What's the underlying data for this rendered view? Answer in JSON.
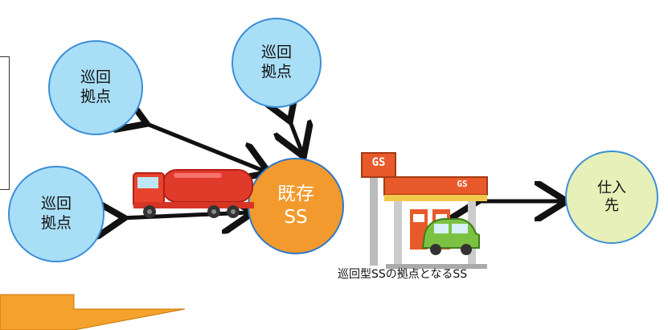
{
  "nodes": {
    "jukai_top_left": "巡回\n拠点",
    "jukai_top_center": "巡回\n拠点",
    "jukai_bottom_left": "巡回\n拠点",
    "existing_ss": "既存\nSS",
    "supplier": "仕入\n先"
  },
  "station_sign_top": "GS",
  "station_sign_canopy": "GS",
  "caption": "巡回型SSの拠点となるSS",
  "colors": {
    "node_blue": "#a9def7",
    "node_orange": "#f29a2e",
    "node_green": "#e6f0b8",
    "node_border": "#3c8fd6",
    "truck_red": "#e03a2a",
    "station_red": "#e85a2a",
    "car_green": "#7cc242",
    "callout_orange": "#f5a12e"
  },
  "icons": [
    "tanker-truck-icon",
    "gas-station-icon",
    "car-icon"
  ]
}
